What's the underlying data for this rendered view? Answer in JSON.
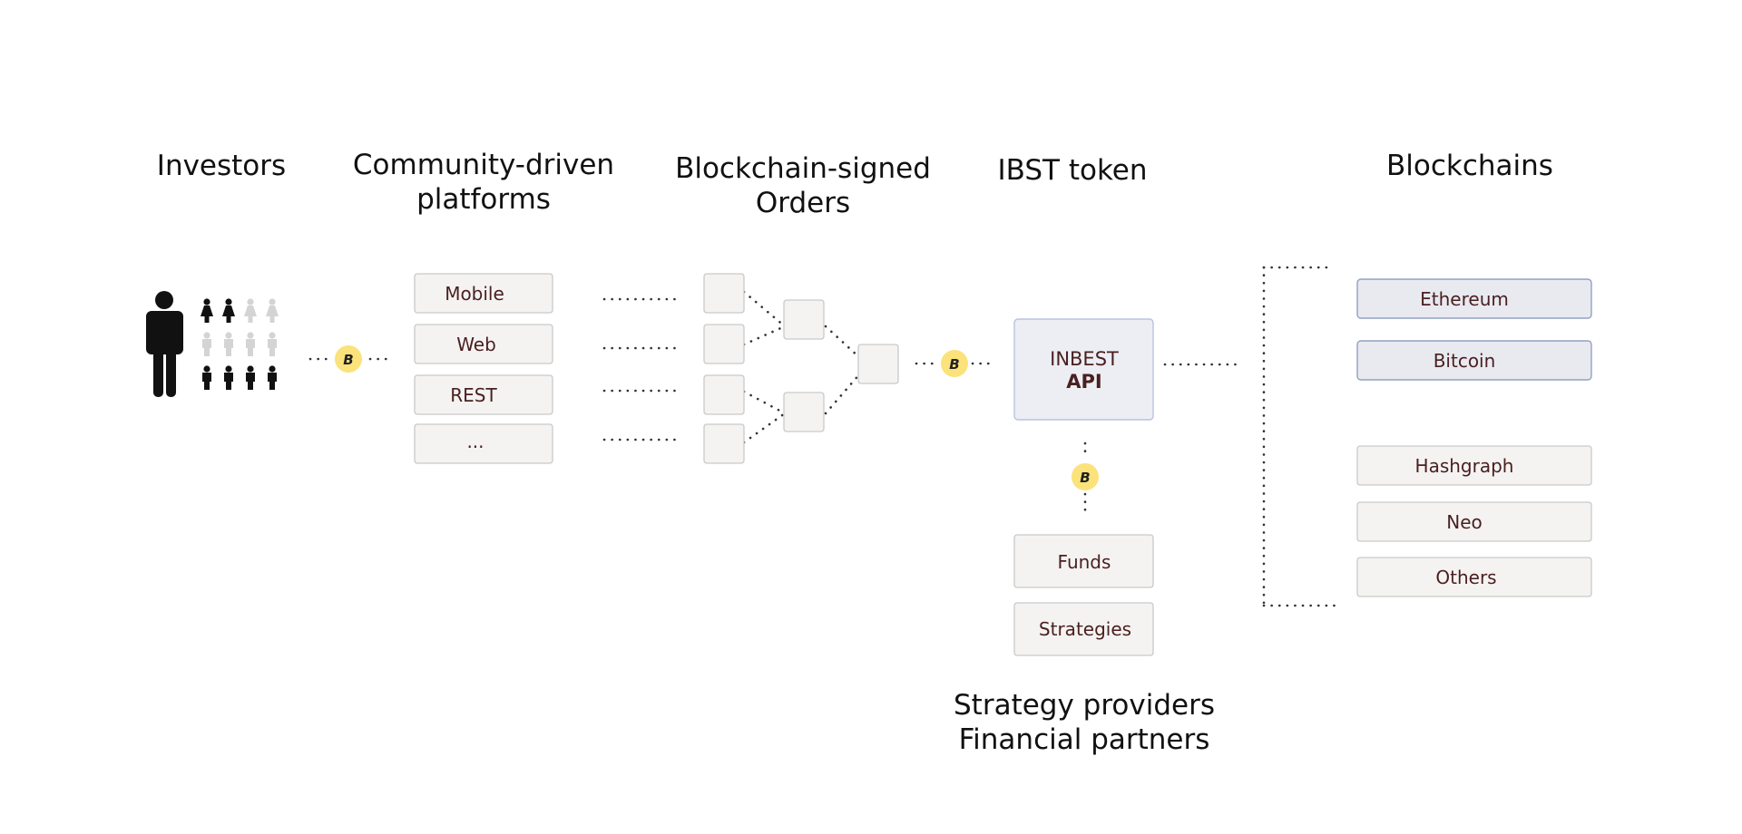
{
  "titles": {
    "investors": "Investors",
    "platforms_line1": "Community-driven",
    "platforms_line2": "platforms",
    "orders_line1": "Blockchain-signed",
    "orders_line2": "Orders",
    "token": "IBST token",
    "blockchains": "Blockchains",
    "providers_line1": "Strategy providers",
    "providers_line2": "Financial partners"
  },
  "platforms": [
    "Mobile",
    "Web",
    "REST",
    "..."
  ],
  "api": {
    "line1": "INBEST",
    "line2": "API"
  },
  "partners": [
    "Funds",
    "Strategies"
  ],
  "blockchains_primary": [
    "Ethereum",
    "Bitcoin"
  ],
  "blockchains_other": [
    "Hashgraph",
    "Neo",
    "Others"
  ],
  "token_symbol": "B",
  "icons": {
    "investor": "person-icon",
    "investor_group": "people-group-icon",
    "token": "ibst-token-icon"
  },
  "colors": {
    "token": "#fbe27a",
    "box_fill": "#f4f3f2",
    "blue_box_fill": "#e8eaf0",
    "api_fill": "#eceef4",
    "text_dark": "#4a1f1f"
  }
}
